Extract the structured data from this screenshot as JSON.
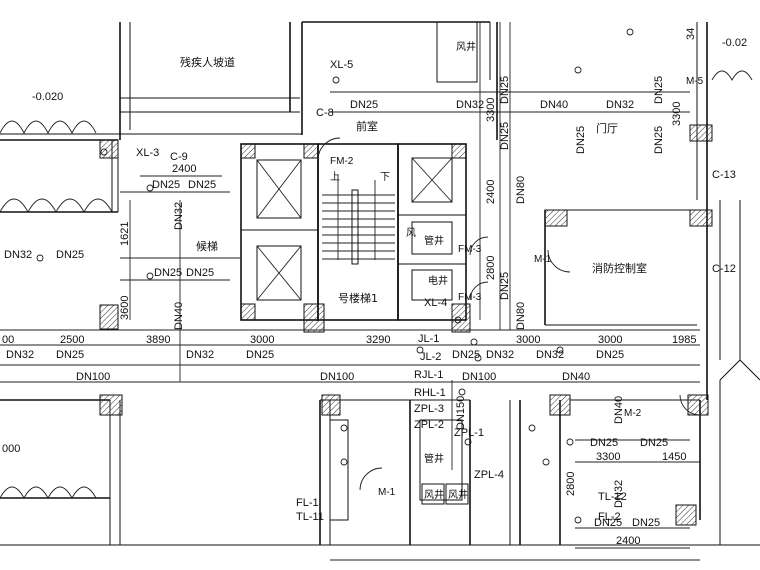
{
  "rooms": {
    "ramp": "残疾人坡道",
    "front_room": "前室",
    "lobby": "门厅",
    "fire_control": "消防控制室",
    "stair": "号楼梯1",
    "escalator": "候梯",
    "shaft_wind": "风井",
    "shaft_wind2": "风",
    "shaft_pipe": "管井",
    "shaft_elec": "电井",
    "shaft_pipe2": "管井",
    "wind_a": "风井",
    "wind_b": "风井"
  },
  "stair_marks": {
    "up": "上",
    "down": "下"
  },
  "doors": {
    "fm2": "FM-2",
    "fm3a": "FM-3",
    "fm3b": "FM-3",
    "m1a": "M-1",
    "m1b": "M-1",
    "m2": "M-2",
    "m5": "M-5"
  },
  "risers": {
    "xl5": "XL-5",
    "xl3": "XL-3",
    "xl4": "XL-4",
    "jl1": "JL-1",
    "jl2": "JL-2",
    "rjl1": "RJL-1",
    "rhl1": "RHL-1",
    "zpl3": "ZPL-3",
    "zpl2": "ZPL-2",
    "zpl1": "ZPL-1",
    "zpl4": "ZPL-4",
    "tl11": "TL-11",
    "fl1": "FL-1",
    "fl2": "FL-2",
    "tl12": "TL-12"
  },
  "windows": {
    "c8": "C-8",
    "c9": "C-9",
    "c13": "C-13",
    "c12": "C-12"
  },
  "levels": {
    "left": "-0.020",
    "right": "-0.02"
  },
  "pipes": {
    "dn25": "DN25",
    "dn32": "DN32",
    "dn40": "DN40",
    "dn80": "DN80",
    "dn100": "DN100",
    "dn150": "DN150"
  },
  "dims": {
    "d2400a": "2400",
    "d1621": "1621",
    "d3600": "3600",
    "d3300a": "3300",
    "d3300b": "3300",
    "d2400b": "2400",
    "d2800a": "2800",
    "d2800b": "2800",
    "d2500": "2500",
    "d3890": "3890",
    "d3000a": "3000",
    "d3290": "3290",
    "d3000b": "3000",
    "d3000c": "3000",
    "d1985": "1985",
    "d3300c": "3300",
    "d1450": "1450",
    "d2400c": "2400",
    "d00a": "00",
    "d00b": "000",
    "d34": "34"
  }
}
